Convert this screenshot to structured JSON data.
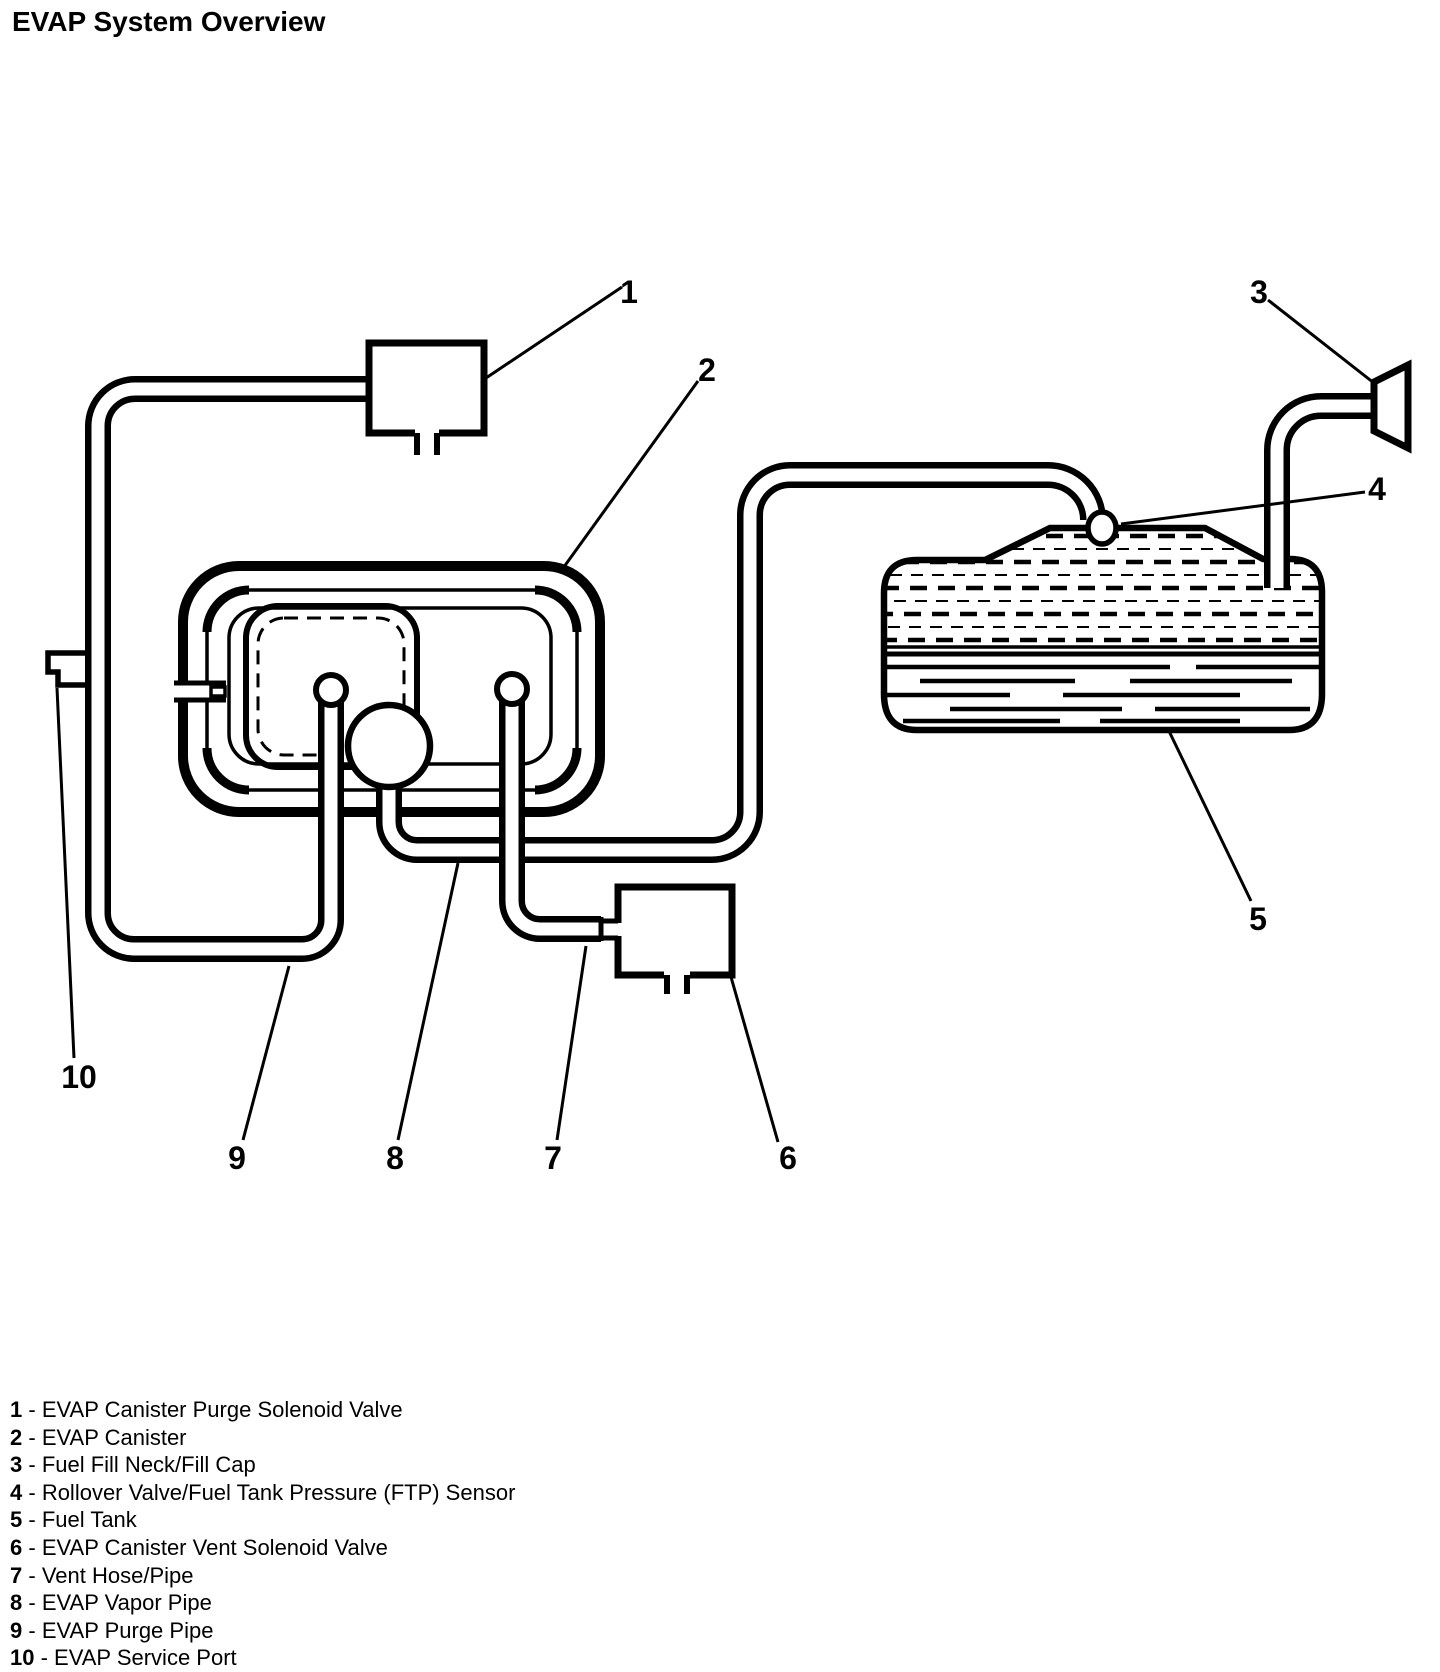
{
  "title": "EVAP System Overview",
  "colors": {
    "ink": "#000000",
    "paper": "#ffffff"
  },
  "legend_separator": " - ",
  "components": [
    {
      "num": "1",
      "label": "EVAP Canister Purge Solenoid Valve"
    },
    {
      "num": "2",
      "label": "EVAP Canister"
    },
    {
      "num": "3",
      "label": "Fuel Fill Neck/Fill Cap"
    },
    {
      "num": "4",
      "label": "Rollover Valve/Fuel Tank Pressure (FTP) Sensor"
    },
    {
      "num": "5",
      "label": "Fuel Tank"
    },
    {
      "num": "6",
      "label": "EVAP Canister Vent Solenoid Valve"
    },
    {
      "num": "7",
      "label": "Vent Hose/Pipe"
    },
    {
      "num": "8",
      "label": "EVAP Vapor Pipe"
    },
    {
      "num": "9",
      "label": "EVAP Purge Pipe"
    },
    {
      "num": "10",
      "label": "EVAP Service Port"
    }
  ]
}
